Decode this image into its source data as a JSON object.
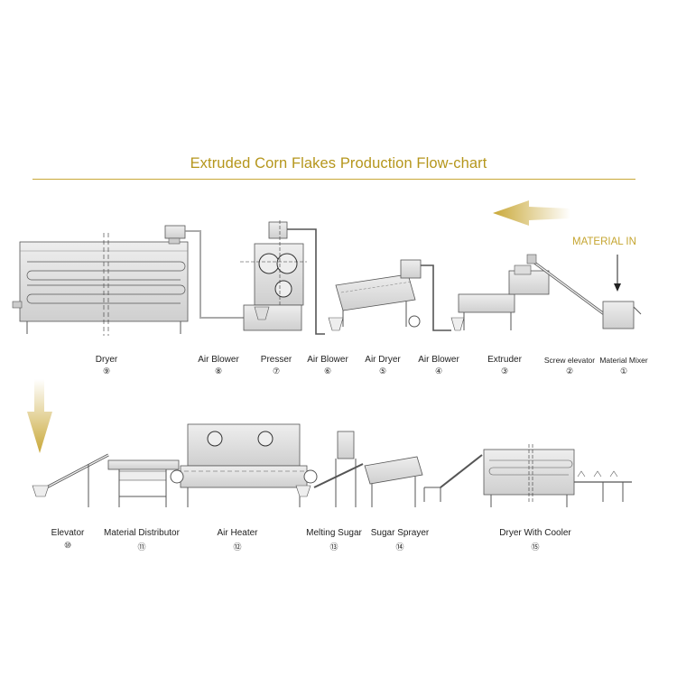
{
  "title": "Extruded Corn Flakes Production Flow-chart",
  "material_in": "MATERIAL IN",
  "colors": {
    "accent": "#c9a838",
    "machine_fill": "#dedede",
    "machine_stroke": "#555555"
  },
  "row1": [
    {
      "label": "Dryer",
      "num": "⑨"
    },
    {
      "label": "Air Blower",
      "num": "⑧"
    },
    {
      "label": "Presser",
      "num": "⑦"
    },
    {
      "label": "Air Blower",
      "num": "⑥"
    },
    {
      "label": "Air Dryer",
      "num": "⑤"
    },
    {
      "label": "Air Blower",
      "num": "④"
    },
    {
      "label": "Extruder",
      "num": "③"
    },
    {
      "label": "Screw elevator",
      "num": "②"
    },
    {
      "label": "Material Mixer",
      "num": "①"
    }
  ],
  "row2": [
    {
      "label": "Elevator",
      "num": "⑩"
    },
    {
      "label": "Material Distributor",
      "num": "⑪"
    },
    {
      "label": "Air Heater",
      "num": "⑫"
    },
    {
      "label": "Melting Sugar",
      "num": "⑬"
    },
    {
      "label": "Sugar Sprayer",
      "num": "⑭"
    },
    {
      "label": "Dryer With Cooler",
      "num": "⑮"
    }
  ]
}
